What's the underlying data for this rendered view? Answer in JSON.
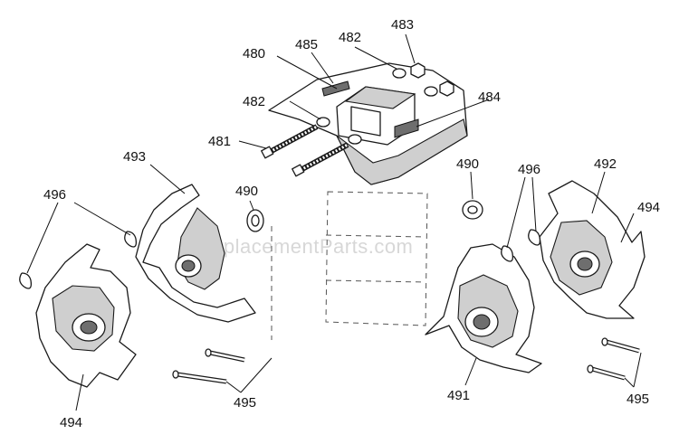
{
  "watermark": "eReplacementParts.com",
  "labels": {
    "p480": "480",
    "p481": "481",
    "p482a": "482",
    "p482b": "482",
    "p483": "483",
    "p484": "484",
    "p485": "485",
    "p490a": "490",
    "p490b": "490",
    "p491": "491",
    "p492": "492",
    "p493": "493",
    "p494a": "494",
    "p494b": "494",
    "p495a": "495",
    "p495b": "495",
    "p496a": "496",
    "p496b": "496"
  }
}
